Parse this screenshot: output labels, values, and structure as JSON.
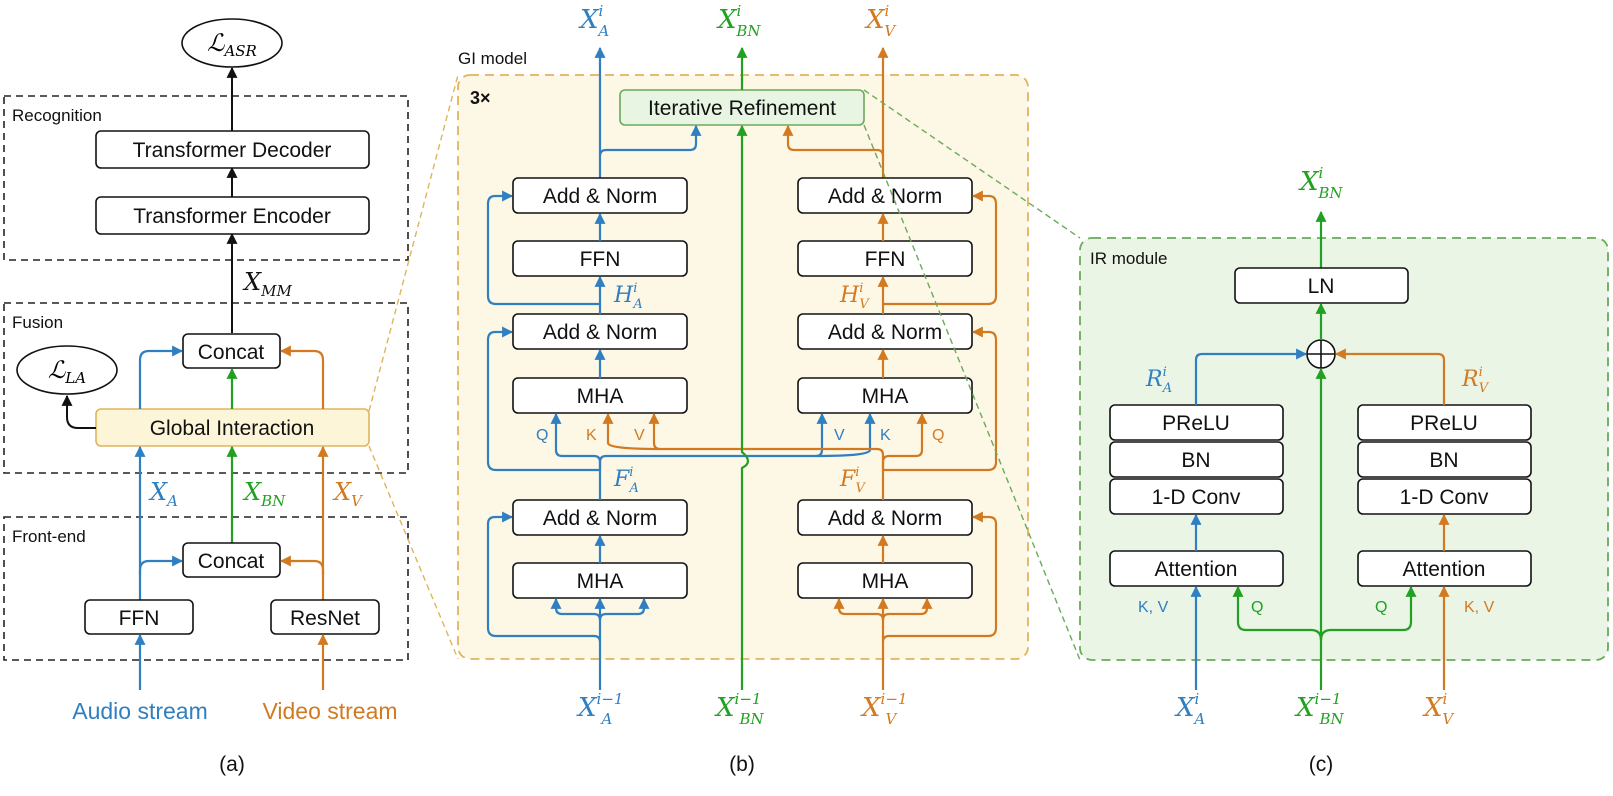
{
  "colors": {
    "audio": "#2f7fc1",
    "bottleneck": "#22a022",
    "video": "#d27a22",
    "gi_fill": "#fdf8e6",
    "gi_border": "#e0b45c",
    "ir_fill": "#eaf5e6",
    "ir_border": "#6aaa5a"
  },
  "panel_a": {
    "loss_asr": "ℒ",
    "loss_asr_sub": "ASR",
    "recognition_label": "Recognition",
    "decoder": "Transformer Decoder",
    "encoder": "Transformer Encoder",
    "x_mm": "X",
    "x_mm_sub": "MM",
    "fusion_label": "Fusion",
    "loss_la": "ℒ",
    "loss_la_sub": "LA",
    "concat_top": "Concat",
    "global_interaction": "Global Interaction",
    "x_a": "X",
    "x_a_sub": "A",
    "x_bn": "X",
    "x_bn_sub": "BN",
    "x_v": "X",
    "x_v_sub": "V",
    "frontend_label": "Front-end",
    "concat_bottom": "Concat",
    "ffn": "FFN",
    "resnet": "ResNet",
    "audio_stream": "Audio stream",
    "video_stream": "Video stream",
    "caption": "(a)"
  },
  "panel_b": {
    "title": "GI model",
    "repeat": "3×",
    "iterative_refinement": "Iterative Refinement",
    "add_norm": "Add & Norm",
    "ffn": "FFN",
    "mha": "MHA",
    "out_a": "X",
    "out_a_sub": "A",
    "out_a_sup": "i",
    "out_bn": "X",
    "out_bn_sub": "BN",
    "out_bn_sup": "i",
    "out_v": "X",
    "out_v_sub": "V",
    "out_v_sup": "i",
    "h_a": "H",
    "h_a_sub": "A",
    "h_a_sup": "i",
    "h_v": "H",
    "h_v_sub": "V",
    "h_v_sup": "i",
    "f_a": "F",
    "f_a_sub": "A",
    "f_a_sup": "i",
    "f_v": "F",
    "f_v_sub": "V",
    "f_v_sup": "i",
    "q": "Q",
    "k": "K",
    "v": "V",
    "in_a": "X",
    "in_a_sub": "A",
    "in_a_sup": "i−1",
    "in_bn": "X",
    "in_bn_sub": "BN",
    "in_bn_sup": "i−1",
    "in_v": "X",
    "in_v_sub": "V",
    "in_v_sup": "i−1",
    "caption": "(b)"
  },
  "panel_c": {
    "title": "IR module",
    "out": "X",
    "out_sub": "BN",
    "out_sup": "i",
    "ln": "LN",
    "r_a": "R",
    "r_a_sub": "A",
    "r_a_sup": "i",
    "r_v": "R",
    "r_v_sub": "V",
    "r_v_sup": "i",
    "prelu": "PReLU",
    "bn": "BN",
    "conv": "1-D Conv",
    "attention": "Attention",
    "kv": "K, V",
    "q": "Q",
    "in_a": "X",
    "in_a_sub": "A",
    "in_a_sup": "i",
    "in_bn": "X",
    "in_bn_sub": "BN",
    "in_bn_sup": "i−1",
    "in_v": "X",
    "in_v_sub": "V",
    "in_v_sup": "i",
    "caption": "(c)"
  }
}
